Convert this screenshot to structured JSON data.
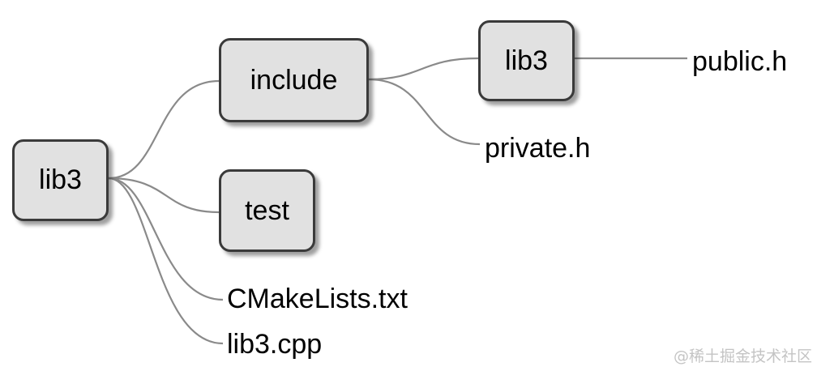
{
  "root": {
    "label": "lib3"
  },
  "folders": {
    "include": {
      "label": "include"
    },
    "include_lib3": {
      "label": "lib3"
    },
    "test": {
      "label": "test"
    }
  },
  "files": {
    "public_h": "public.h",
    "private_h": "private.h",
    "cmakelists": "CMakeLists.txt",
    "lib3_cpp": "lib3.cpp"
  },
  "watermark": "@稀土掘金技术社区",
  "colors": {
    "node_fill": "#e1e1e1",
    "node_border": "#3a3a3a",
    "edge": "#8a8a8a",
    "text": "#000000"
  }
}
